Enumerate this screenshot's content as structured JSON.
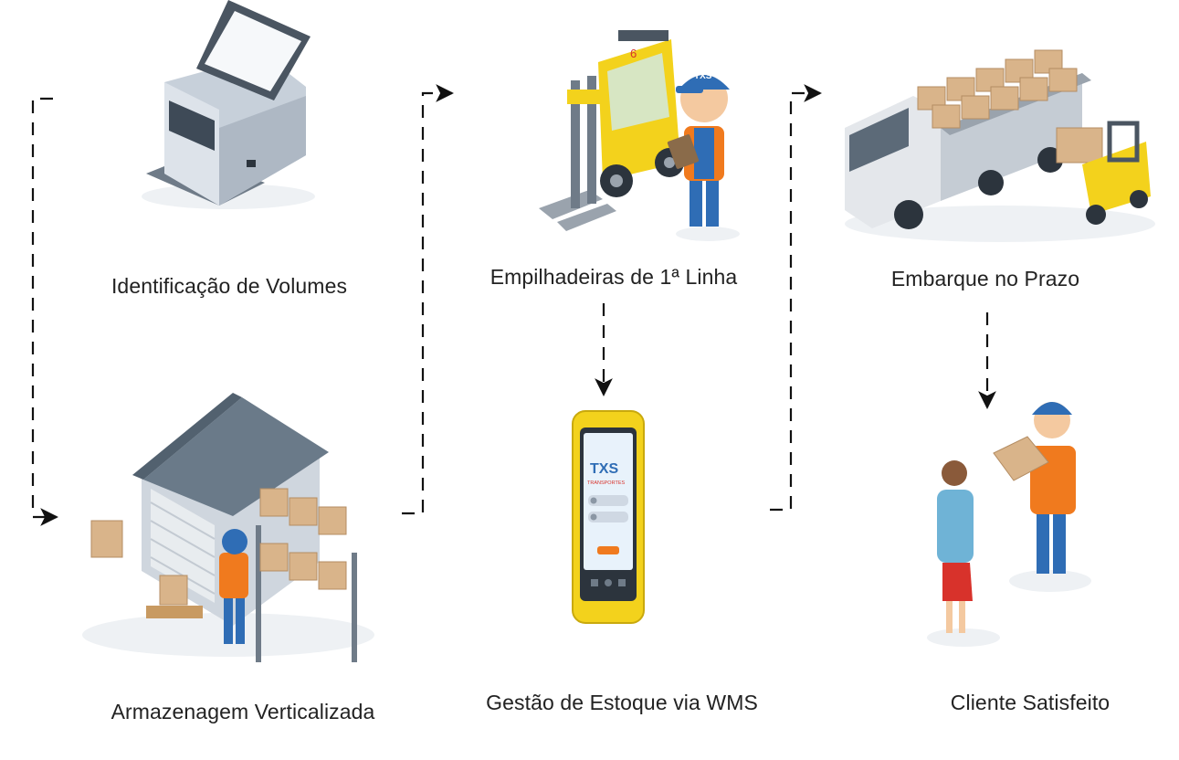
{
  "steps": [
    {
      "id": "printer",
      "label": "Identificação de Volumes",
      "icon": "printer-icon"
    },
    {
      "id": "forklift",
      "label": "Empilhadeiras de 1ª Linha",
      "icon": "forklift-worker-icon"
    },
    {
      "id": "truck",
      "label": "Embarque no Prazo",
      "icon": "truck-loading-icon"
    },
    {
      "id": "warehouse",
      "label": "Armazenagem Verticalizada",
      "icon": "warehouse-icon"
    },
    {
      "id": "phone",
      "label": "Gestão de Estoque via WMS",
      "icon": "smartphone-wms-icon"
    },
    {
      "id": "customer",
      "label": "Cliente Satisfeito",
      "icon": "customer-delivery-icon"
    }
  ],
  "brand": {
    "logo_text": "TXS",
    "logo_subtext": "TRANSPORTES",
    "forklift_number": "6",
    "colors": {
      "blue": "#2f6db5",
      "orange": "#f07a1e",
      "yellow": "#f3d21c",
      "red": "#d8322b",
      "box": "#d9b48a",
      "gray": "#9aa3ad"
    }
  }
}
